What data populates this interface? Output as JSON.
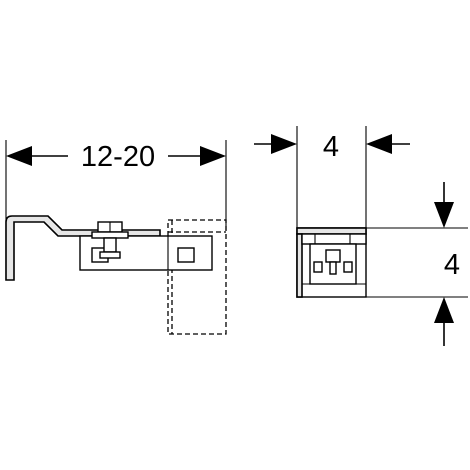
{
  "side_view": {
    "dimension_label": "12-20"
  },
  "end_view": {
    "width_label": "4",
    "height_label": "4"
  }
}
